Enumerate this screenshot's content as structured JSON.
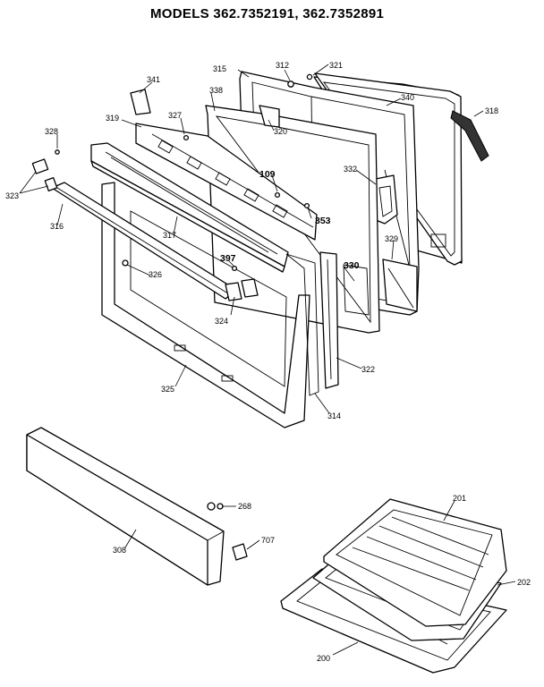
{
  "title": "MODELS 362.7352191, 362.7352891",
  "labels": {
    "p200": "200",
    "p201": "201",
    "p202": "202",
    "p268": "268",
    "p308": "308",
    "p312": "312",
    "p314": "314",
    "p316": "316",
    "p317": "317",
    "p318": "318",
    "p319": "319",
    "p320": "320",
    "p321": "321",
    "p322": "322",
    "p323": "323",
    "p324": "324",
    "p325": "325",
    "p326": "326",
    "p327": "327",
    "p328": "328",
    "p329": "329",
    "p330": "330",
    "p332": "332",
    "p338": "338",
    "p340": "340",
    "p341": "341",
    "p353": "353",
    "p397": "397",
    "p109": "109",
    "p707": "707",
    "p315": "315"
  }
}
